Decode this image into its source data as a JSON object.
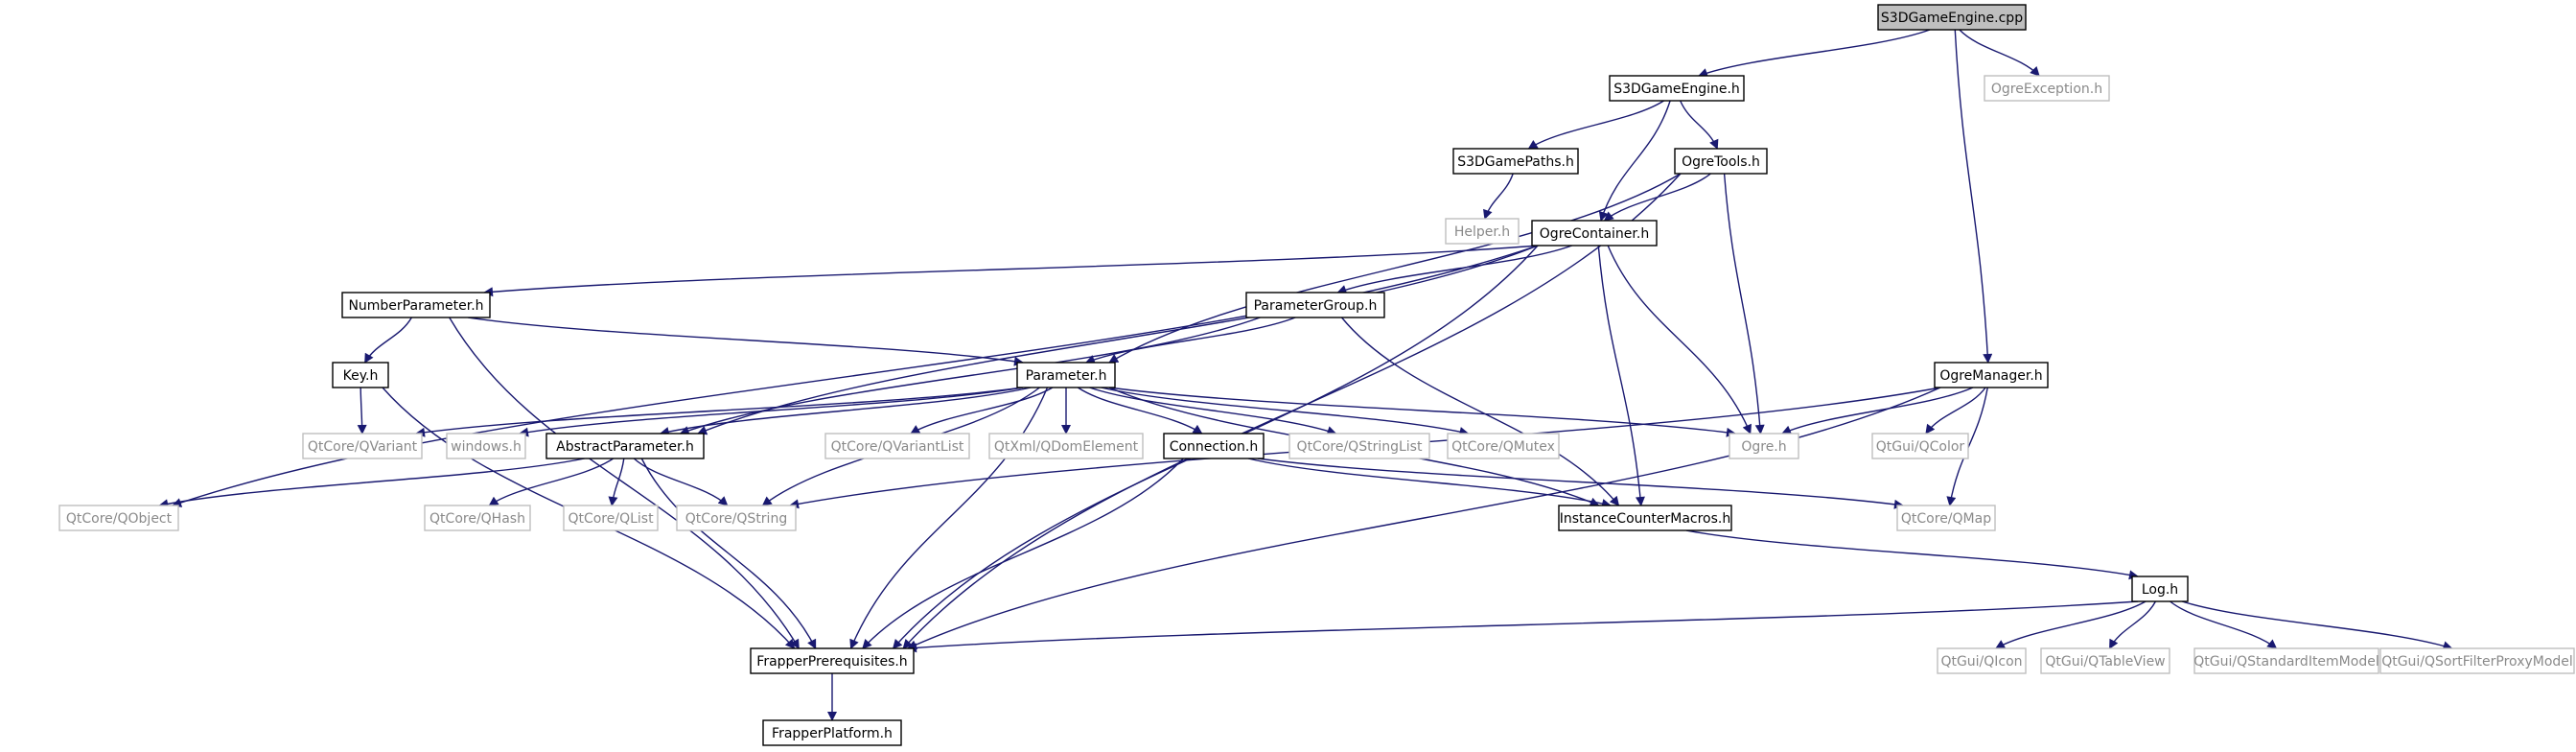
{
  "diagram": {
    "colors": {
      "edge": "#191970",
      "root_fill": "#bfbfbf",
      "node_border": "#000000",
      "external_border": "#bfbfbf",
      "external_text": "#8a8a8a"
    },
    "nodes": [
      {
        "id": "s3dcpp",
        "label": "S3DGameEngine.cpp",
        "style": "root"
      },
      {
        "id": "s3dh",
        "label": "S3DGameEngine.h",
        "style": "dark"
      },
      {
        "id": "ogreexc",
        "label": "OgreException.h",
        "style": "gray"
      },
      {
        "id": "s3dpaths",
        "label": "S3DGamePaths.h",
        "style": "dark"
      },
      {
        "id": "ogretools",
        "label": "OgreTools.h",
        "style": "dark"
      },
      {
        "id": "helper",
        "label": "Helper.h",
        "style": "gray"
      },
      {
        "id": "ogrecont",
        "label": "OgreContainer.h",
        "style": "dark"
      },
      {
        "id": "numparam",
        "label": "NumberParameter.h",
        "style": "dark"
      },
      {
        "id": "paramgroup",
        "label": "ParameterGroup.h",
        "style": "dark"
      },
      {
        "id": "ogremgr",
        "label": "OgreManager.h",
        "style": "dark"
      },
      {
        "id": "key",
        "label": "Key.h",
        "style": "dark"
      },
      {
        "id": "param",
        "label": "Parameter.h",
        "style": "dark"
      },
      {
        "id": "qvariant",
        "label": "QtCore/QVariant",
        "style": "gray"
      },
      {
        "id": "windows",
        "label": "windows.h",
        "style": "gray"
      },
      {
        "id": "absparam",
        "label": "AbstractParameter.h",
        "style": "dark"
      },
      {
        "id": "qvariantlist",
        "label": "QtCore/QVariantList",
        "style": "gray"
      },
      {
        "id": "qdom",
        "label": "QtXml/QDomElement",
        "style": "gray"
      },
      {
        "id": "connection",
        "label": "Connection.h",
        "style": "dark"
      },
      {
        "id": "qstringlist",
        "label": "QtCore/QStringList",
        "style": "gray"
      },
      {
        "id": "qmutex",
        "label": "QtCore/QMutex",
        "style": "gray"
      },
      {
        "id": "ogreh",
        "label": "Ogre.h",
        "style": "gray"
      },
      {
        "id": "qcolor",
        "label": "QtGui/QColor",
        "style": "gray"
      },
      {
        "id": "qobject",
        "label": "QtCore/QObject",
        "style": "gray"
      },
      {
        "id": "qhash",
        "label": "QtCore/QHash",
        "style": "gray"
      },
      {
        "id": "qlist",
        "label": "QtCore/QList",
        "style": "gray"
      },
      {
        "id": "qstring",
        "label": "QtCore/QString",
        "style": "gray"
      },
      {
        "id": "icm",
        "label": "InstanceCounterMacros.h",
        "style": "dark"
      },
      {
        "id": "qmap",
        "label": "QtCore/QMap",
        "style": "gray"
      },
      {
        "id": "log",
        "label": "Log.h",
        "style": "dark"
      },
      {
        "id": "frapperpre",
        "label": "FrapperPrerequisites.h",
        "style": "dark"
      },
      {
        "id": "qicon",
        "label": "QtGui/QIcon",
        "style": "gray"
      },
      {
        "id": "qtableview",
        "label": "QtGui/QTableView",
        "style": "gray"
      },
      {
        "id": "qsim",
        "label": "QtGui/QStandardItemModel",
        "style": "gray"
      },
      {
        "id": "qsfpm",
        "label": "QtGui/QSortFilterProxyModel",
        "style": "gray"
      },
      {
        "id": "frapperplat",
        "label": "FrapperPlatform.h",
        "style": "dark"
      }
    ],
    "edges": [
      [
        "s3dcpp",
        "s3dh"
      ],
      [
        "s3dcpp",
        "ogreexc"
      ],
      [
        "s3dcpp",
        "ogremgr"
      ],
      [
        "s3dh",
        "s3dpaths"
      ],
      [
        "s3dh",
        "ogretools"
      ],
      [
        "s3dh",
        "ogrecont"
      ],
      [
        "s3dpaths",
        "helper"
      ],
      [
        "ogretools",
        "ogrecont"
      ],
      [
        "ogretools",
        "param"
      ],
      [
        "ogretools",
        "ogreh"
      ],
      [
        "ogretools",
        "frapperpre"
      ],
      [
        "ogrecont",
        "numparam"
      ],
      [
        "ogrecont",
        "paramgroup"
      ],
      [
        "ogrecont",
        "absparam"
      ],
      [
        "ogrecont",
        "qobject"
      ],
      [
        "ogrecont",
        "icm"
      ],
      [
        "ogrecont",
        "ogreh"
      ],
      [
        "ogrecont",
        "frapperpre"
      ],
      [
        "numparam",
        "key"
      ],
      [
        "numparam",
        "param"
      ],
      [
        "numparam",
        "frapperpre"
      ],
      [
        "paramgroup",
        "param"
      ],
      [
        "paramgroup",
        "absparam"
      ],
      [
        "paramgroup",
        "icm"
      ],
      [
        "key",
        "qvariant"
      ],
      [
        "key",
        "frapperpre"
      ],
      [
        "param",
        "qvariant"
      ],
      [
        "param",
        "windows"
      ],
      [
        "param",
        "absparam"
      ],
      [
        "param",
        "qvariantlist"
      ],
      [
        "param",
        "qdom"
      ],
      [
        "param",
        "connection"
      ],
      [
        "param",
        "qstringlist"
      ],
      [
        "param",
        "qmutex"
      ],
      [
        "param",
        "ogreh"
      ],
      [
        "param",
        "qstring"
      ],
      [
        "param",
        "icm"
      ],
      [
        "param",
        "frapperpre"
      ],
      [
        "absparam",
        "qobject"
      ],
      [
        "absparam",
        "qhash"
      ],
      [
        "absparam",
        "qlist"
      ],
      [
        "absparam",
        "qstring"
      ],
      [
        "absparam",
        "frapperpre"
      ],
      [
        "connection",
        "icm"
      ],
      [
        "connection",
        "qmap"
      ],
      [
        "connection",
        "frapperpre"
      ],
      [
        "ogremgr",
        "ogreh"
      ],
      [
        "ogremgr",
        "qcolor"
      ],
      [
        "ogremgr",
        "qmap"
      ],
      [
        "ogremgr",
        "qstring"
      ],
      [
        "ogremgr",
        "frapperpre"
      ],
      [
        "icm",
        "log"
      ],
      [
        "log",
        "frapperpre"
      ],
      [
        "log",
        "qicon"
      ],
      [
        "log",
        "qtableview"
      ],
      [
        "log",
        "qsim"
      ],
      [
        "log",
        "qsfpm"
      ],
      [
        "frapperpre",
        "frapperplat"
      ]
    ]
  }
}
